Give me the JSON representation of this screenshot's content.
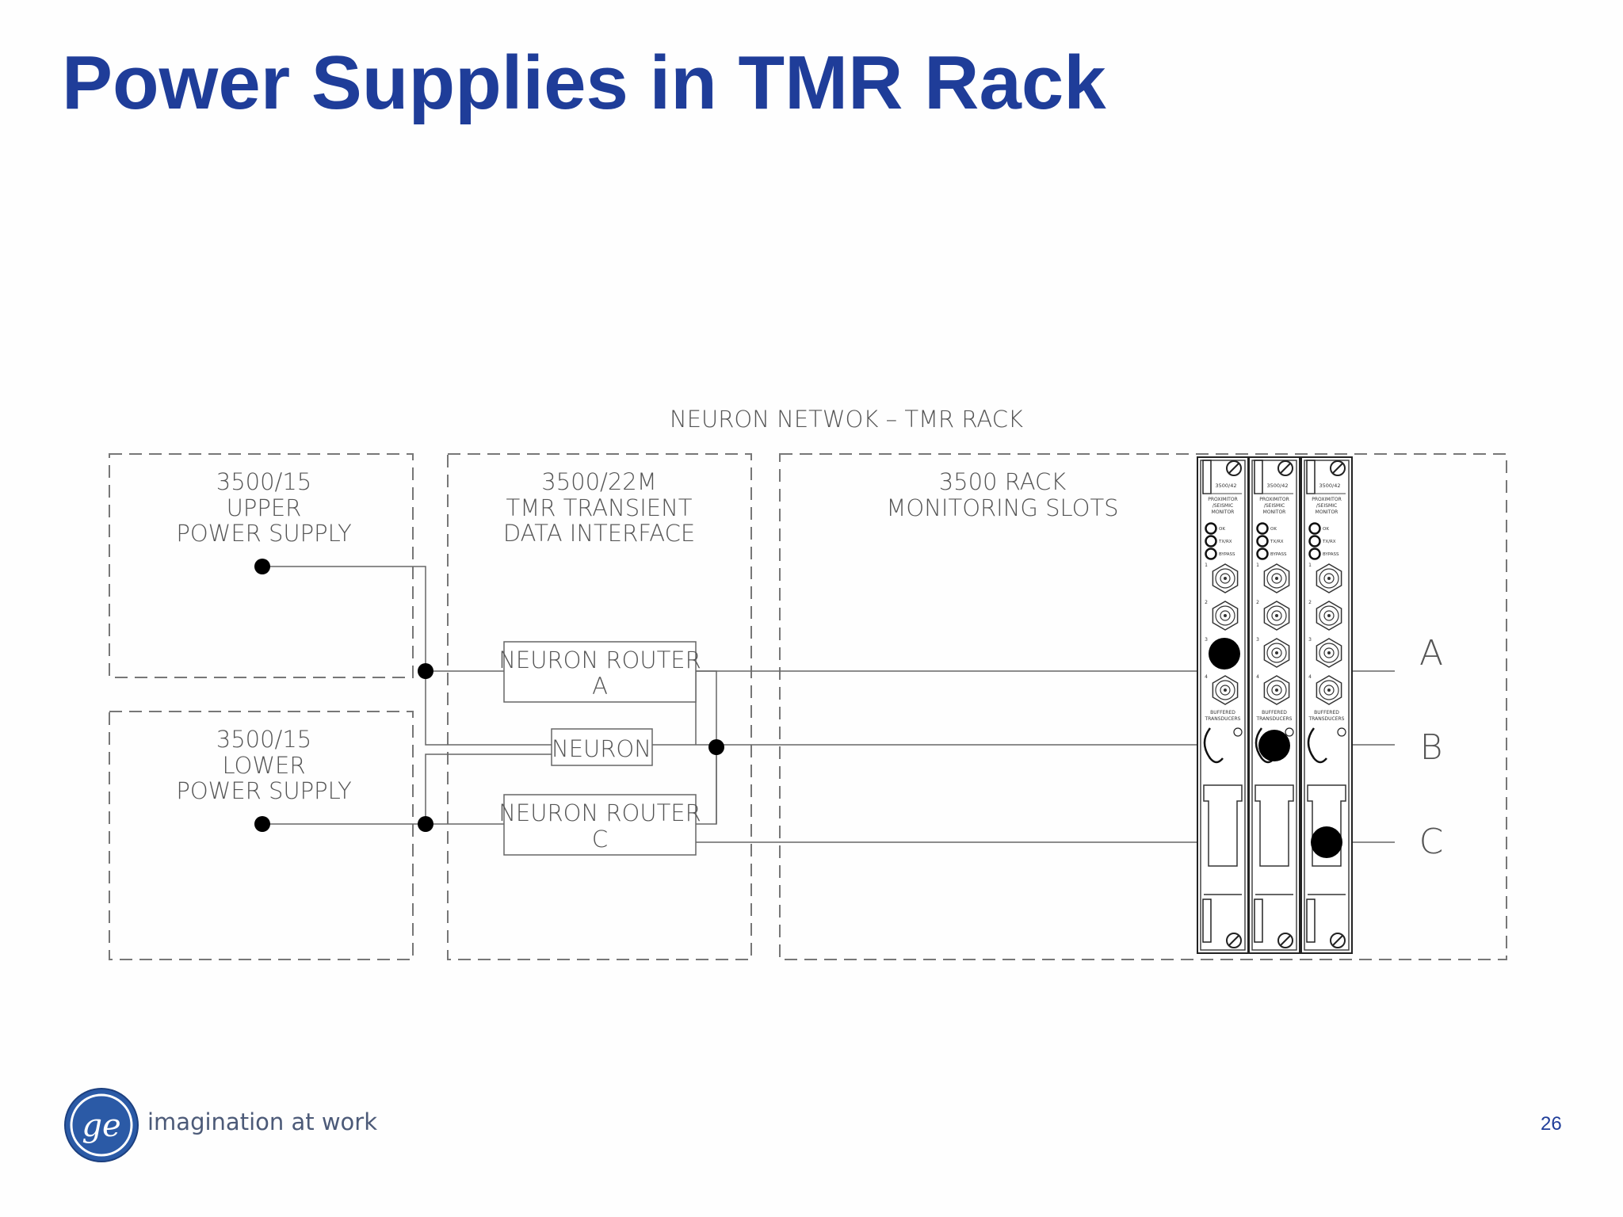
{
  "slide": {
    "title": "Power Supplies in TMR Rack",
    "page_number": "26"
  },
  "footer": {
    "tagline": "imagination at work",
    "logo": "ge-monogram-logo"
  },
  "diagram": {
    "title": "NEURON NETWOK – TMR RACK",
    "upper_supply": [
      "3500/15",
      "UPPER",
      "POWER SUPPLY"
    ],
    "lower_supply": [
      "3500/15",
      "LOWER",
      "POWER SUPPLY"
    ],
    "interface": [
      "3500/22M",
      "TMR TRANSIENT",
      "DATA INTERFACE"
    ],
    "rack": [
      "3500 RACK",
      "MONITORING SLOTS"
    ],
    "router_a": [
      "NEURON ROUTER",
      "A"
    ],
    "neuron": "NEURON",
    "router_c": [
      "NEURON ROUTER",
      "C"
    ],
    "channels": [
      "A",
      "B",
      "C"
    ],
    "module": {
      "model": "3500/42",
      "name": [
        "PROXIMITOR",
        "/SEISMIC",
        "MONITOR"
      ],
      "leds": [
        "OK",
        "TX/RX",
        "BYPASS"
      ],
      "connector_numbers": [
        "1",
        "2",
        "3",
        "4"
      ],
      "footer": [
        "BUFFERED",
        "TRANSDUCERS"
      ]
    }
  }
}
